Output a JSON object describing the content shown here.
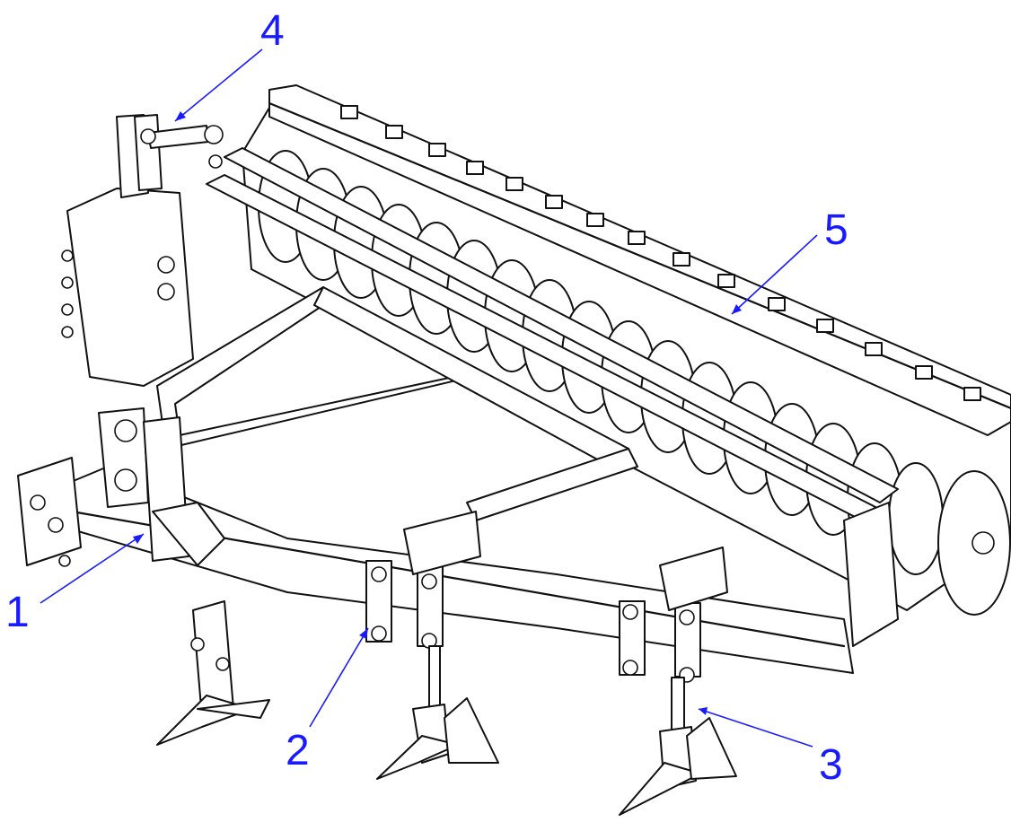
{
  "callouts": [
    {
      "label": "1"
    },
    {
      "label": "2"
    },
    {
      "label": "3"
    },
    {
      "label": "4"
    },
    {
      "label": "5"
    }
  ],
  "colors": {
    "callout": "#1a1aff",
    "line": "#111111",
    "background": "#ffffff"
  }
}
